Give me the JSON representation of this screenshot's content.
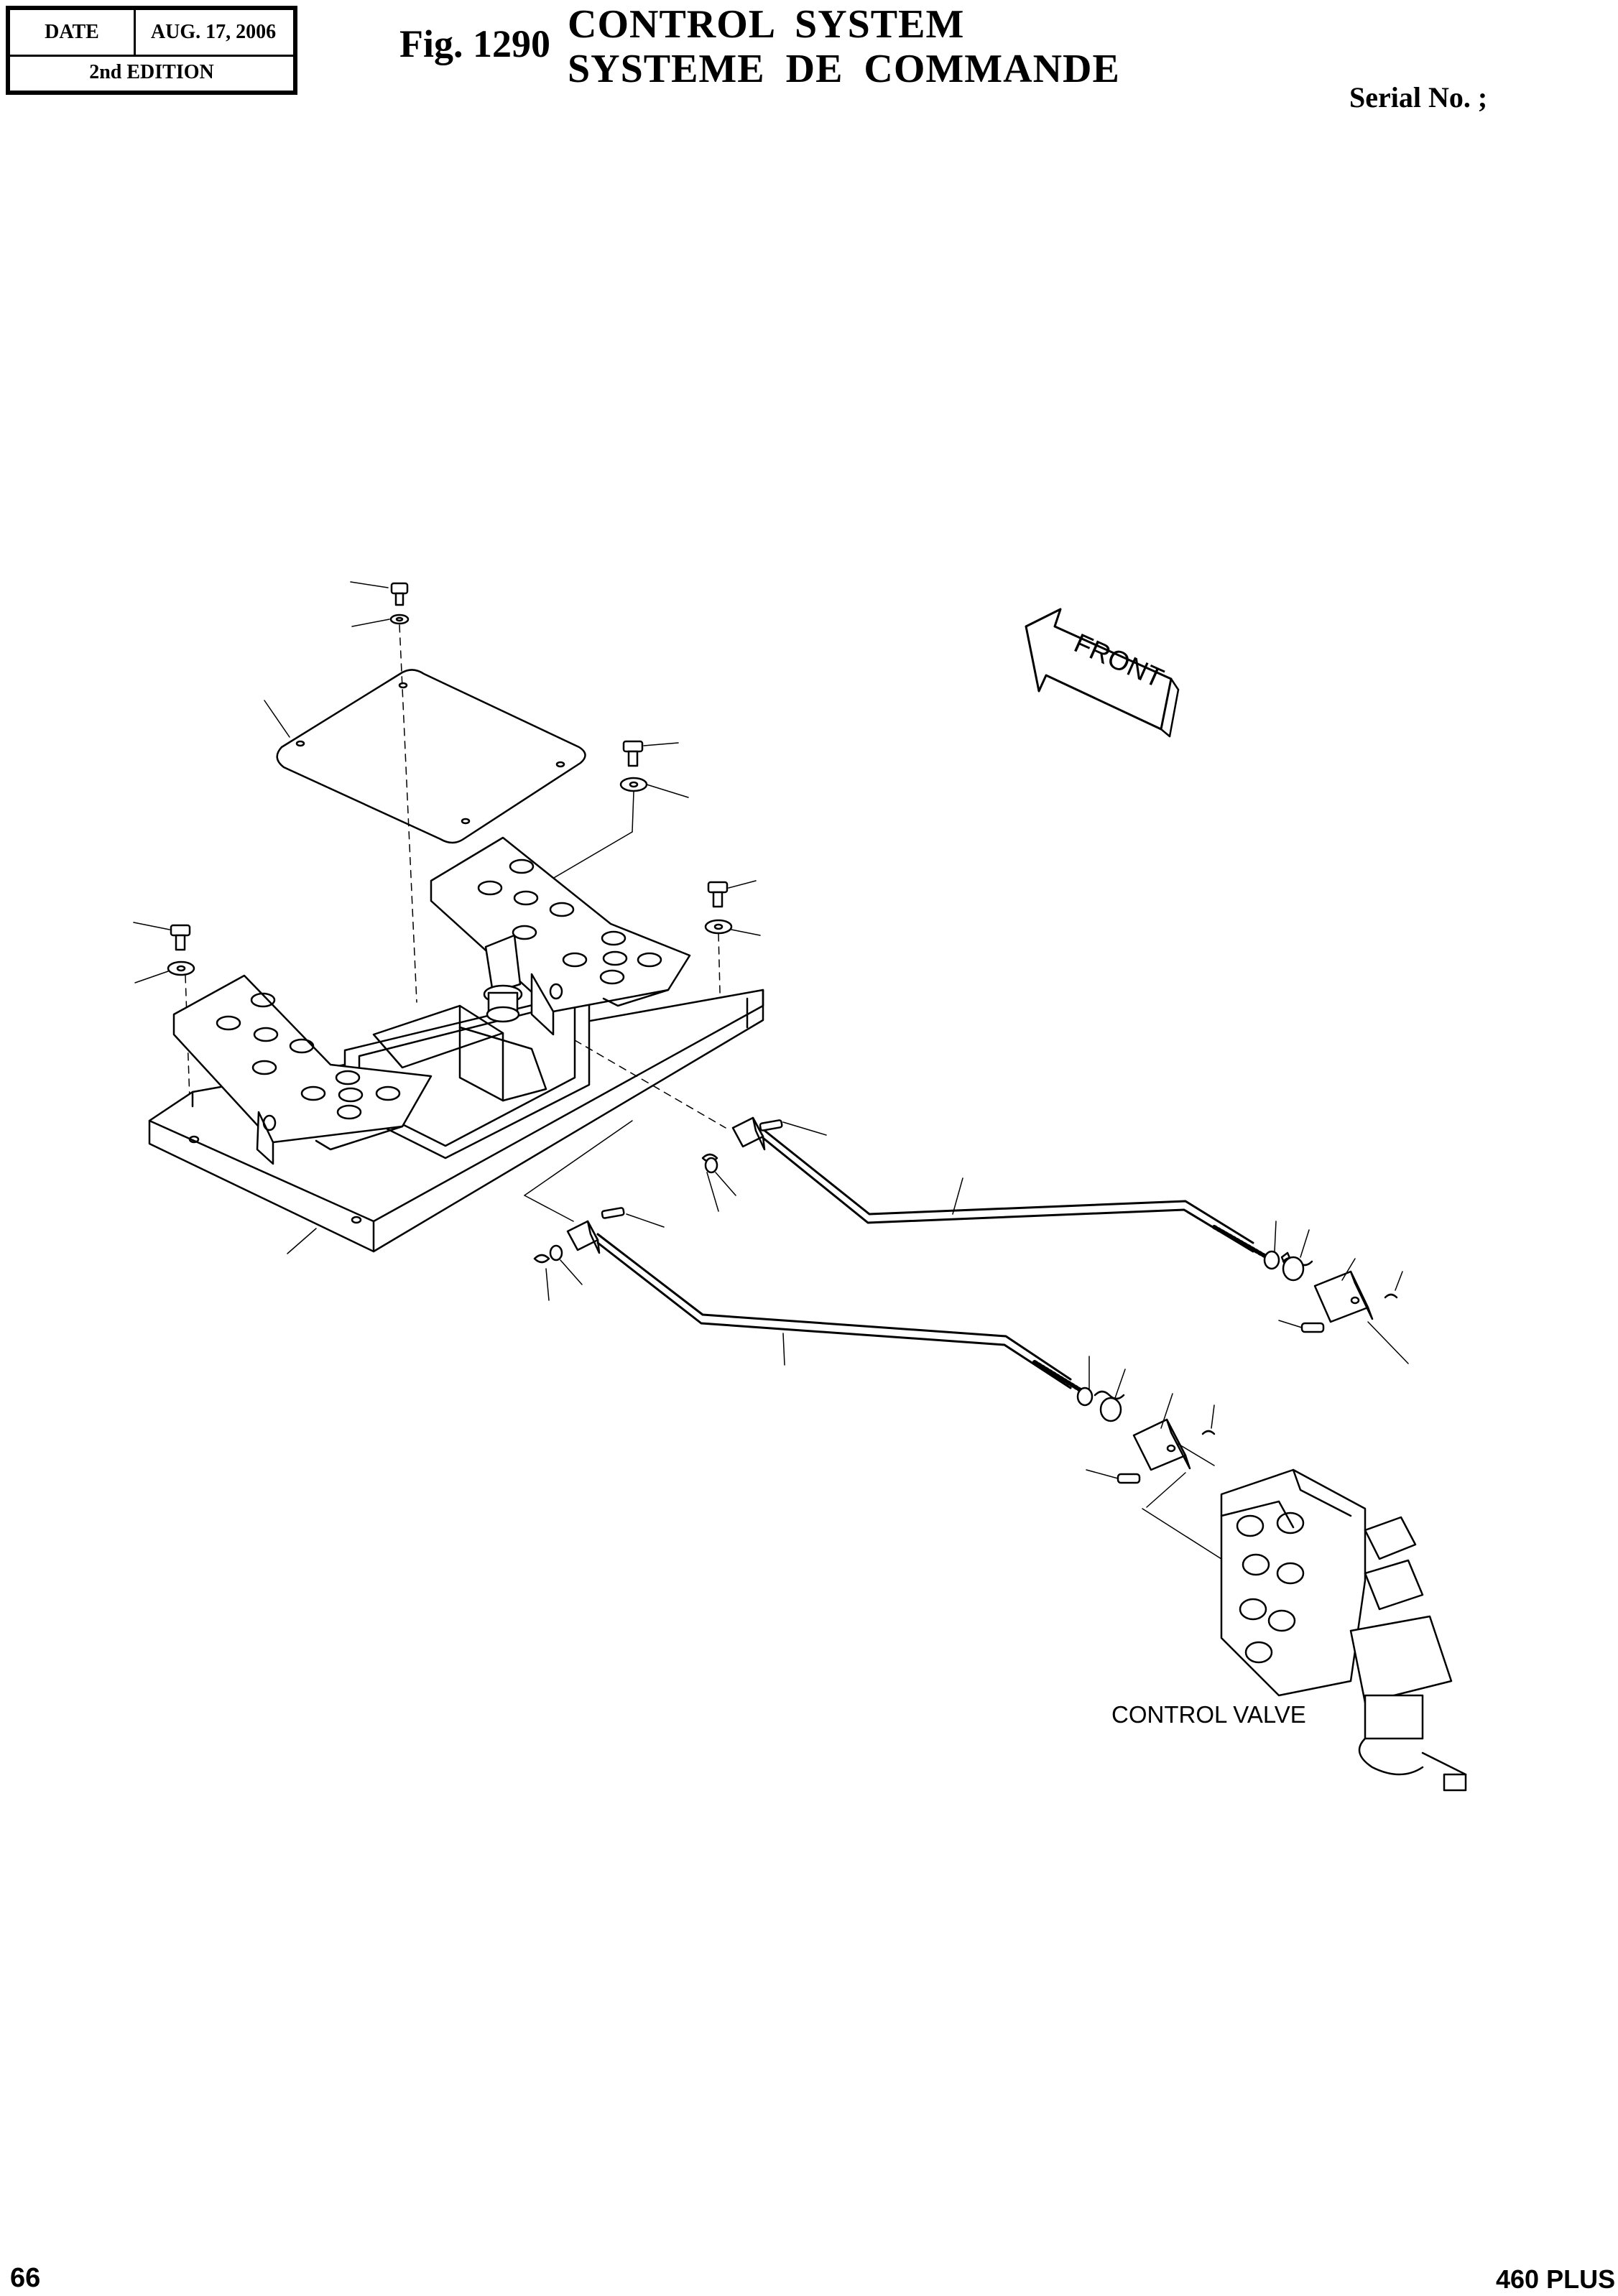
{
  "header": {
    "date_label": "DATE",
    "date_value": "AUG. 17, 2006",
    "edition": "2nd EDITION"
  },
  "figure": {
    "number": "Fig. 1290",
    "title_en": "CONTROL  SYSTEM",
    "title_fr": "SYSTEME  DE  COMMANDE",
    "serial": "Serial No. ;"
  },
  "diagram": {
    "front_arrow_text": "FRONT",
    "control_valve_label": "CONTROL VALVE"
  },
  "footer": {
    "page_number": "66",
    "model": "460 PLUS"
  }
}
